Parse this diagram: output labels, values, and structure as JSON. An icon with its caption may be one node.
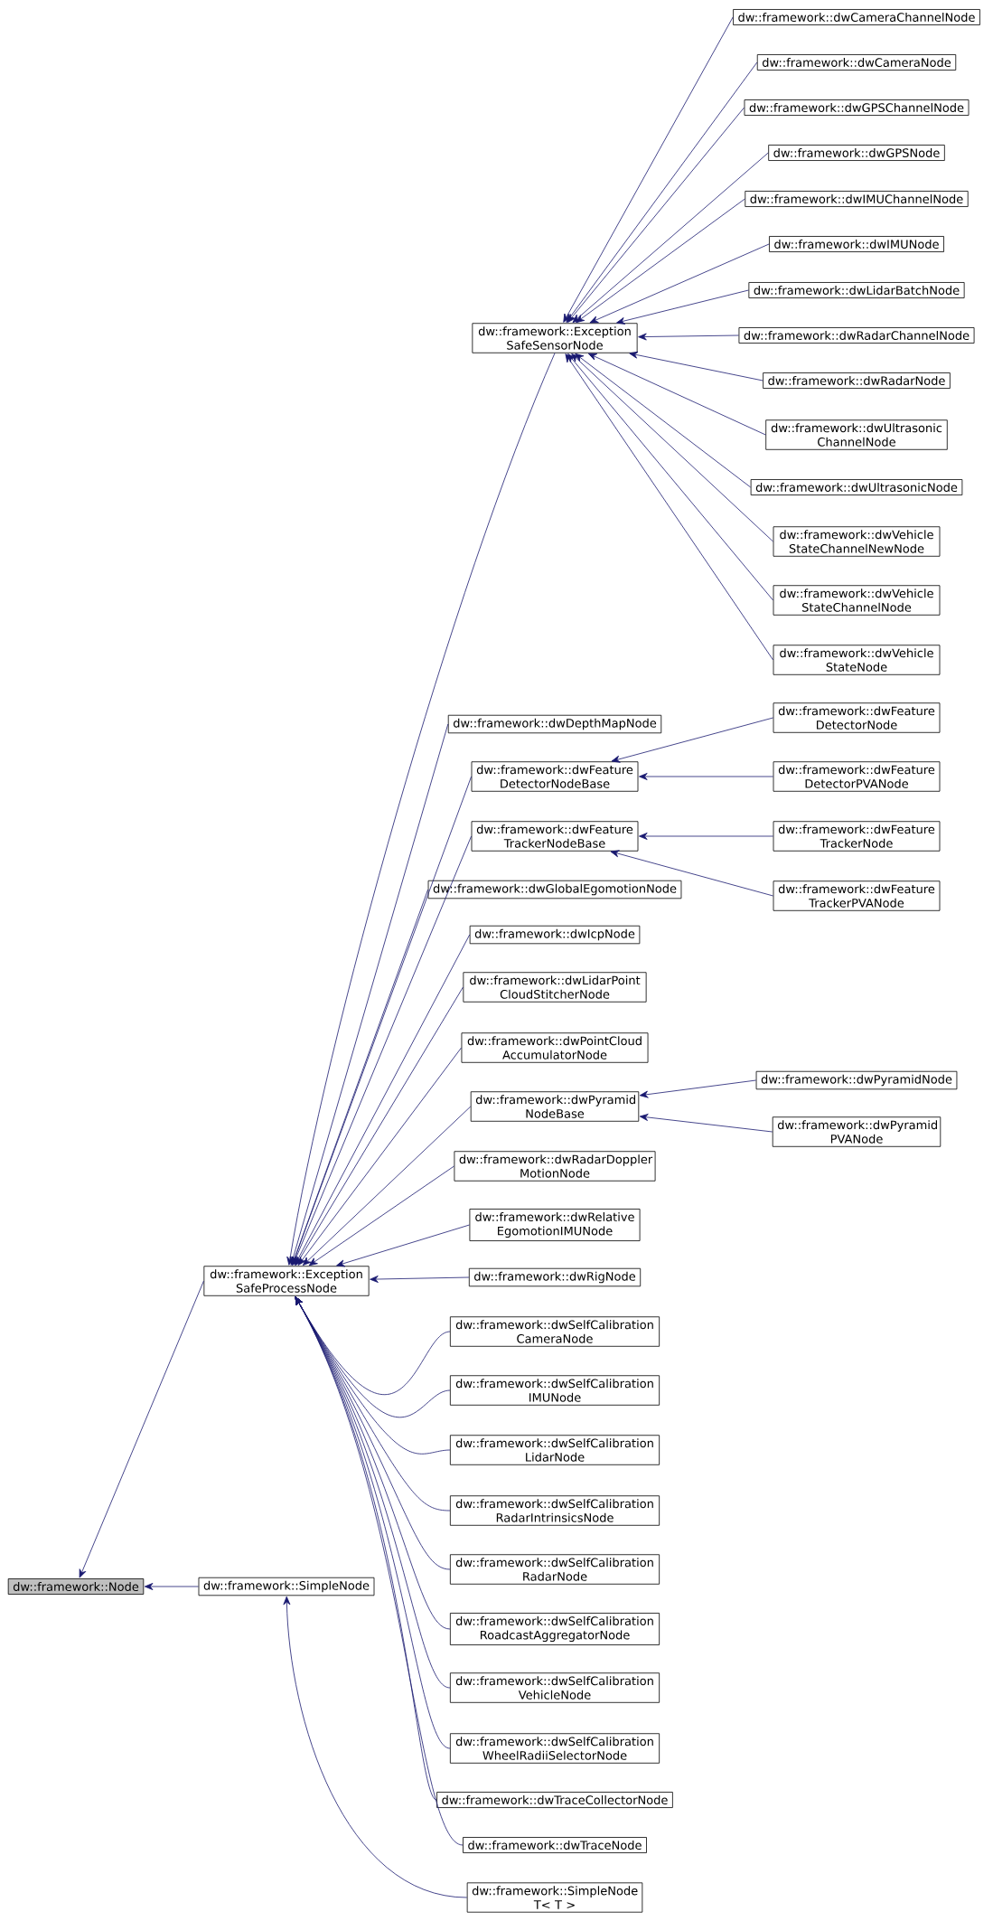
{
  "diagram": {
    "nodes": [
      {
        "text": [
          "dw::framework::Node"
        ]
      },
      {
        "text": [
          "dw::framework::Exception SafeProcessNode"
        ]
      },
      {
        "text": [
          "dw::framework::SimpleNode"
        ]
      },
      {
        "text": [
          "dw::framework::Exception SafeSensorNode"
        ]
      },
      {
        "text": [
          "dw::framework::dwCameraChannelNode"
        ]
      },
      {
        "text": [
          "dw::framework::dwCameraNode"
        ]
      },
      {
        "text": [
          "dw::framework::dwGPSChannelNode"
        ]
      },
      {
        "text": [
          "dw::framework::dwGPSNode"
        ]
      },
      {
        "text": [
          "dw::framework::dwIMUChannelNode"
        ]
      },
      {
        "text": [
          "dw::framework::dwIMUNode"
        ]
      },
      {
        "text": [
          "dw::framework::dwLidarBatchNode"
        ]
      },
      {
        "text": [
          "dw::framework::dwRadarChannelNode"
        ]
      },
      {
        "text": [
          "dw::framework::dwRadarNode"
        ]
      },
      {
        "text": [
          "dw::framework::dwUltrasonic ChannelNode"
        ]
      },
      {
        "text": [
          "dw::framework::dwUltrasonicNode"
        ]
      },
      {
        "text": [
          "dw::framework::dwVehicle StateChannelNewNode"
        ]
      },
      {
        "text": [
          "dw::framework::dwVehicle StateChannelNode"
        ]
      },
      {
        "text": [
          "dw::framework::dwVehicle StateNode"
        ]
      },
      {
        "text": [
          "dw::framework::dwDepthMapNode"
        ]
      },
      {
        "text": [
          "dw::framework::dwFeature DetectorNodeBase"
        ]
      },
      {
        "text": [
          "dw::framework::dwFeature TrackerNodeBase"
        ]
      },
      {
        "text": [
          "dw::framework::dwGlobalEgomotionNode"
        ]
      },
      {
        "text": [
          "dw::framework::dwIcpNode"
        ]
      },
      {
        "text": [
          "dw::framework::dwLidarPoint CloudStitcherNode"
        ]
      },
      {
        "text": [
          "dw::framework::dwPointCloud AccumulatorNode"
        ]
      },
      {
        "text": [
          "dw::framework::dwPyramid NodeBase"
        ]
      },
      {
        "text": [
          "dw::framework::dwRadarDoppler MotionNode"
        ]
      },
      {
        "text": [
          "dw::framework::dwRelative EgomotionIMUNode"
        ]
      },
      {
        "text": [
          "dw::framework::dwRigNode"
        ]
      },
      {
        "text": [
          "dw::framework::dwSelfCalibration CameraNode"
        ]
      },
      {
        "text": [
          "dw::framework::dwSelfCalibration IMUNode"
        ]
      },
      {
        "text": [
          "dw::framework::dwSelfCalibration LidarNode"
        ]
      },
      {
        "text": [
          "dw::framework::dwSelfCalibration RadarIntrinsicsNode"
        ]
      },
      {
        "text": [
          "dw::framework::dwSelfCalibration RadarNode"
        ]
      },
      {
        "text": [
          "dw::framework::dwSelfCalibration RoadcastAggregatorNode"
        ]
      },
      {
        "text": [
          "dw::framework::dwSelfCalibration VehicleNode"
        ]
      },
      {
        "text": [
          "dw::framework::dwSelfCalibration WheelRadiiSelectorNode"
        ]
      },
      {
        "text": [
          "dw::framework::dwTraceCollectorNode"
        ]
      },
      {
        "text": [
          "dw::framework::dwTraceNode"
        ]
      },
      {
        "text": [
          "dw::framework::SimpleNode T< T >"
        ]
      },
      {
        "text": [
          "dw::framework::dwFeature DetectorNode"
        ]
      },
      {
        "text": [
          "dw::framework::dwFeature DetectorPVANode"
        ]
      },
      {
        "text": [
          "dw::framework::dwFeature TrackerNode"
        ]
      },
      {
        "text": [
          "dw::framework::dwFeature TrackerPVANode"
        ]
      },
      {
        "text": [
          "dw::framework::dwPyramidNode"
        ]
      },
      {
        "text": [
          "dw::framework::dwPyramid PVANode"
        ]
      }
    ],
    "edges": [
      {
        "from": 1,
        "to": 0,
        "arrow": "to"
      },
      {
        "from": 2,
        "to": 0,
        "arrow": "to"
      },
      {
        "from": 3,
        "to": 1,
        "arrow": "to"
      },
      {
        "from": 4,
        "to": 3,
        "arrow": "to"
      },
      {
        "from": 5,
        "to": 3,
        "arrow": "to"
      },
      {
        "from": 6,
        "to": 3,
        "arrow": "to"
      },
      {
        "from": 7,
        "to": 3,
        "arrow": "to"
      },
      {
        "from": 8,
        "to": 3,
        "arrow": "to"
      },
      {
        "from": 9,
        "to": 3,
        "arrow": "to"
      },
      {
        "from": 10,
        "to": 3,
        "arrow": "to"
      },
      {
        "from": 11,
        "to": 3,
        "arrow": "to"
      },
      {
        "from": 12,
        "to": 3,
        "arrow": "to"
      },
      {
        "from": 13,
        "to": 3,
        "arrow": "to"
      },
      {
        "from": 14,
        "to": 3,
        "arrow": "to"
      },
      {
        "from": 15,
        "to": 3,
        "arrow": "to"
      },
      {
        "from": 16,
        "to": 3,
        "arrow": "to"
      },
      {
        "from": 17,
        "to": 3,
        "arrow": "to"
      },
      {
        "from": 18,
        "to": 1,
        "arrow": "to"
      },
      {
        "from": 19,
        "to": 1,
        "arrow": "to"
      },
      {
        "from": 20,
        "to": 1,
        "arrow": "to"
      },
      {
        "from": 21,
        "to": 1,
        "arrow": "to"
      },
      {
        "from": 22,
        "to": 1,
        "arrow": "to"
      },
      {
        "from": 23,
        "to": 1,
        "arrow": "to"
      },
      {
        "from": 24,
        "to": 1,
        "arrow": "to"
      },
      {
        "from": 25,
        "to": 1,
        "arrow": "to"
      },
      {
        "from": 26,
        "to": 1,
        "arrow": "to"
      },
      {
        "from": 27,
        "to": 1,
        "arrow": "to"
      },
      {
        "from": 28,
        "to": 1,
        "arrow": "to"
      },
      {
        "from": 29,
        "to": 1,
        "arrow": "to"
      },
      {
        "from": 30,
        "to": 1,
        "arrow": "to"
      },
      {
        "from": 31,
        "to": 1,
        "arrow": "to"
      },
      {
        "from": 32,
        "to": 1,
        "arrow": "to"
      },
      {
        "from": 33,
        "to": 1,
        "arrow": "to"
      },
      {
        "from": 34,
        "to": 1,
        "arrow": "to"
      },
      {
        "from": 35,
        "to": 1,
        "arrow": "to"
      },
      {
        "from": 36,
        "to": 1,
        "arrow": "to"
      },
      {
        "from": 37,
        "to": 1,
        "arrow": "to"
      },
      {
        "from": 38,
        "to": 1,
        "arrow": "to"
      },
      {
        "from": 39,
        "to": 2,
        "arrow": "to"
      },
      {
        "from": 40,
        "to": 19,
        "arrow": "to"
      },
      {
        "from": 41,
        "to": 19,
        "arrow": "to"
      },
      {
        "from": 42,
        "to": 20,
        "arrow": "to"
      },
      {
        "from": 43,
        "to": 20,
        "arrow": "to"
      },
      {
        "from": 44,
        "to": 25,
        "arrow": "to"
      },
      {
        "from": 45,
        "to": 25,
        "arrow": "to"
      }
    ]
  }
}
